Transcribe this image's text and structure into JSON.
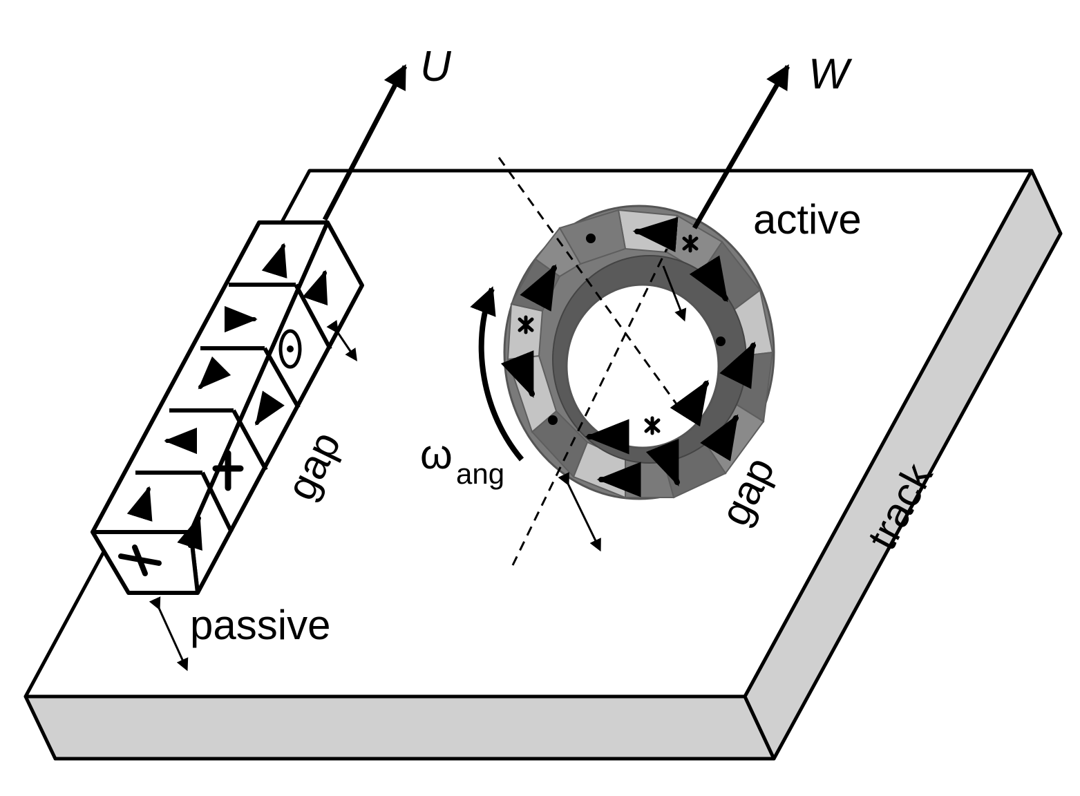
{
  "labels": {
    "U": "U",
    "W": "W",
    "active": "active",
    "passive": "passive",
    "gap_passive": "gap",
    "gap_active": "gap",
    "track": "track",
    "omega_symbol": "ω",
    "omega_subscript": "ang"
  },
  "colors": {
    "line": "#000000",
    "track_top": "#ffffff",
    "track_side": "#d0d0d0",
    "ring_dark": "#6a6a6a",
    "ring_mid": "#8a8a8a",
    "ring_light": "#c4c4c4",
    "ring_inner_wall": "#5a5a5a"
  },
  "passive_magnetization_symbols": [
    "up-arrow",
    "right-arrow",
    "down-left-arrow",
    "left-arrow",
    "up-arrow",
    "cross",
    "up-arrow",
    "dot-circle",
    "down-left-arrow",
    "cross",
    "up-arrow"
  ],
  "active_magnetization_symbols": [
    "dot",
    "left-arrow",
    "cross",
    "down-right-arrow",
    "dot",
    "up-right-arrow",
    "up-right-arrow",
    "down-right-arrow",
    "cross",
    "left-arrow",
    "left-arrow",
    "dot",
    "down-right-arrow",
    "cross",
    "up-right-arrow"
  ]
}
